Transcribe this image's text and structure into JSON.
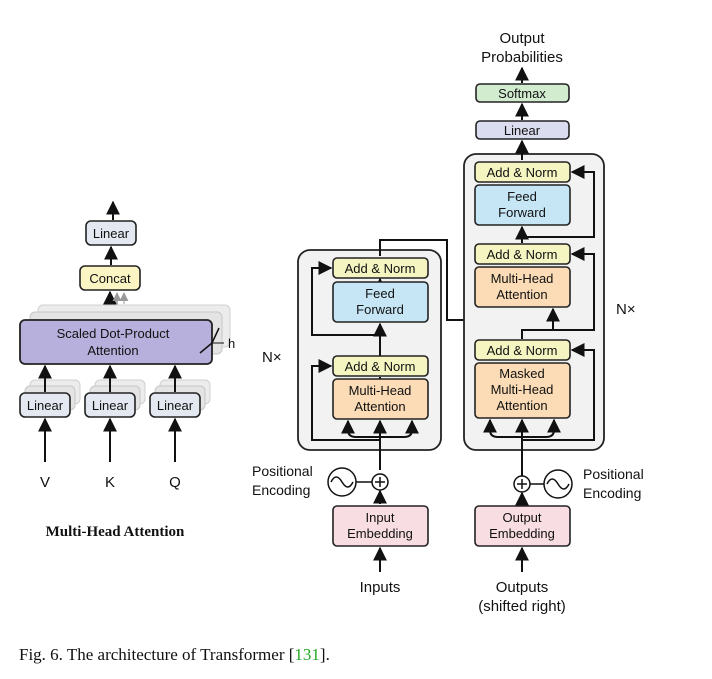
{
  "colors": {
    "linear": "#e4e8f0",
    "concat": "#fbf5c4",
    "sdpa": "#b8b0dc",
    "add_norm": "#f5f5c2",
    "feed_forward": "#c6e6f6",
    "mha": "#fbdcb6",
    "embedding": "#f8dde2",
    "softmax": "#d2ecd0",
    "top_linear": "#dcdcf0",
    "stack_bg": "#f2f2f2",
    "link": "#22aa22"
  },
  "mha": {
    "title": "Multi-Head Attention",
    "linear_top": "Linear",
    "concat": "Concat",
    "sdpa_line1": "Scaled Dot-Product",
    "sdpa_line2": "Attention",
    "h_label": "h",
    "linear_v": "Linear",
    "linear_k": "Linear",
    "linear_q": "Linear",
    "v": "V",
    "k": "K",
    "q": "Q"
  },
  "encoder": {
    "n_label": "N×",
    "add_norm_top": "Add & Norm",
    "ff_line1": "Feed",
    "ff_line2": "Forward",
    "add_norm_bottom": "Add & Norm",
    "mha_line1": "Multi-Head",
    "mha_line2": "Attention",
    "pe_line1": "Positional",
    "pe_line2": "Encoding",
    "emb_line1": "Input",
    "emb_line2": "Embedding",
    "input_label": "Inputs"
  },
  "decoder": {
    "n_label": "N×",
    "add_norm_top": "Add & Norm",
    "ff_line1": "Feed",
    "ff_line2": "Forward",
    "add_norm_mid": "Add & Norm",
    "mha_line1": "Multi-Head",
    "mha_line2": "Attention",
    "add_norm_bottom": "Add & Norm",
    "masked_line1": "Masked",
    "masked_line2": "Multi-Head",
    "masked_line3": "Attention",
    "pe_line1": "Positional",
    "pe_line2": "Encoding",
    "emb_line1": "Output",
    "emb_line2": "Embedding",
    "input_line1": "Outputs",
    "input_line2": "(shifted right)"
  },
  "head": {
    "linear": "Linear",
    "softmax": "Softmax",
    "out_line1": "Output",
    "out_line2": "Probabilities"
  },
  "caption": {
    "prefix": "Fig. 6.  The architecture of Transformer [",
    "ref": "131",
    "suffix": "]."
  }
}
